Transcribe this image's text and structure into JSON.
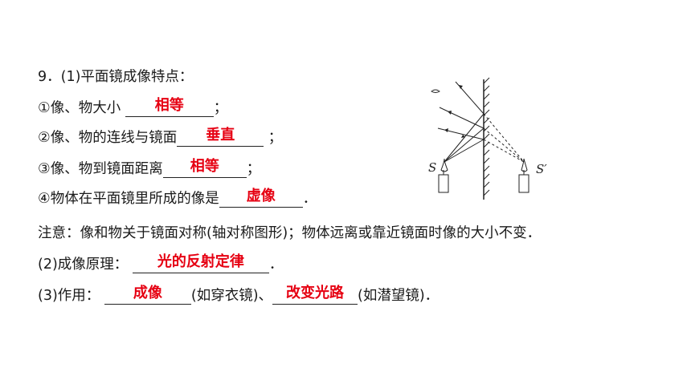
{
  "q9": {
    "title": "9．(1)平面镜成像特点：",
    "item1": {
      "prefix": "①像、物大小",
      "answer": "相等",
      "suffix": "；"
    },
    "item2": {
      "prefix": "②像、物的连线与镜面",
      "answer": "垂直",
      "suffix": "；"
    },
    "item3": {
      "prefix": "③像、物到镜面距离",
      "answer": "相等",
      "suffix": "；"
    },
    "item4": {
      "prefix": "④物体在平面镜里所成的像是",
      "answer": "虚像",
      "suffix": "．"
    },
    "note": "注意：像和物关于镜面对称(轴对称图形)；物体远离或靠近镜面时像的大小不变．",
    "part2": {
      "prefix": "(2)成像原理：",
      "answer": "光的反射定律",
      "suffix": "．"
    },
    "part3": {
      "prefix": "(3)作用：",
      "answer1": "成像",
      "mid": "(如穿衣镜)、",
      "answer2": "改变光路",
      "suffix": "(如潜望镜)．"
    }
  },
  "figure": {
    "object_label": "S",
    "image_label": "S′"
  }
}
